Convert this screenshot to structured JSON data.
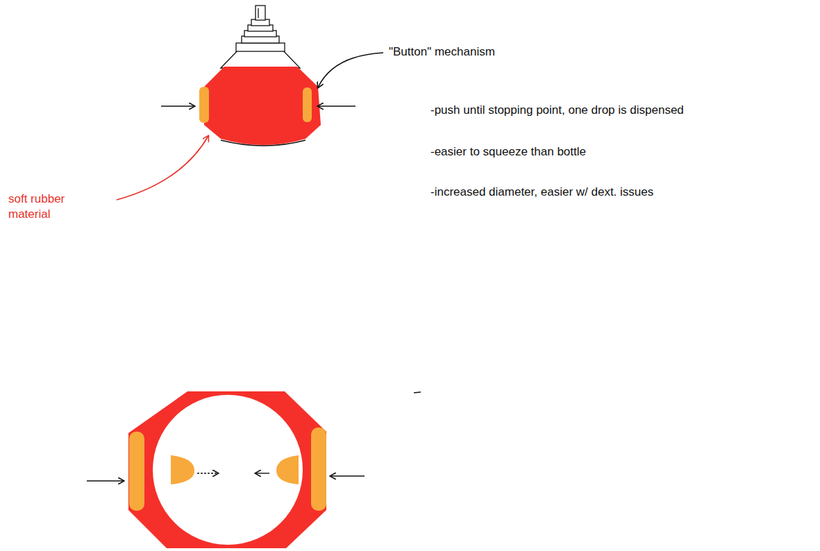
{
  "diagram": {
    "labels": [
      "\"Button\" mechanism",
      "-push until stopping point, one drop is dispensed",
      "-easier to squeeze than bottle",
      "-increased diameter, easier w/ dext. issues",
      "soft rubber material"
    ]
  }
}
